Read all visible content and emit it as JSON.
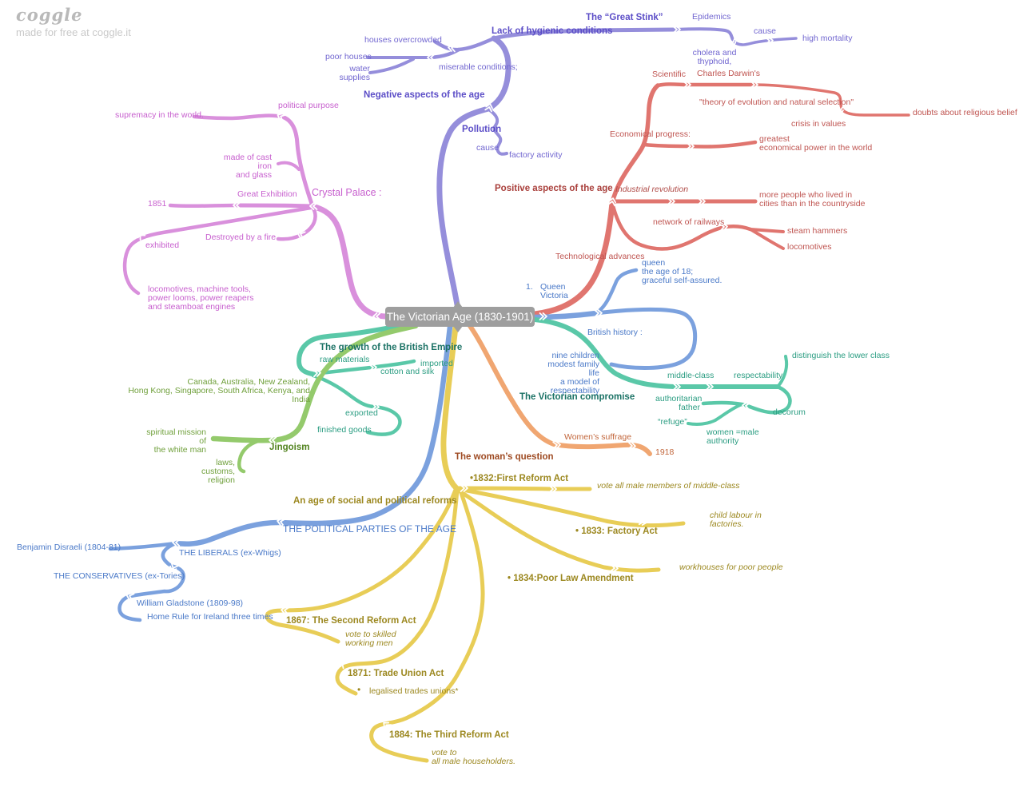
{
  "brand": {
    "logo": "coggle",
    "tagline": "made for free at coggle.it"
  },
  "root": {
    "title": "The Victorian Age (1830-1901)"
  },
  "colors": {
    "node_bg": "#9e9e9e",
    "node_text": "#ffffff",
    "purple": "#958edb",
    "magenta": "#d990dc",
    "red": "#e0756f",
    "blue": "#7ba1de",
    "teal": "#5ac8a8",
    "green": "#94ca6c",
    "orange": "#f0a671",
    "yellow": "#e8cd57",
    "brand_gray": "#b9b9b9"
  },
  "branches": [
    {
      "name": "negative-aspects-of-the-age",
      "color": "#958edb",
      "labels": [
        "Lack of hygienic conditions",
        "The “Great Stink”",
        "Epidemics",
        "cause",
        "high mortality",
        "cholera and\nthyphoid,",
        "houses overcrowded",
        "poor houses",
        "water\nsupplies",
        "miserable conditions;",
        "Negative aspects of the age",
        "Pollution",
        "cause",
        "factory activity"
      ]
    },
    {
      "name": "crystal-palace",
      "color": "#d990dc",
      "labels": [
        "Crystal Palace :",
        "political purpose",
        "supremacy in the world.",
        "made of cast iron\nand glass",
        "Great Exhibition",
        "1851",
        "Destroyed by a fire",
        "exhibited",
        "locomotives, machine tools,\npower looms, power reapers\nand steamboat engines"
      ]
    },
    {
      "name": "positive-aspects-of-the-age",
      "color": "#e0756f",
      "labels": [
        "Positive aspects of the age",
        "Industrial revolution",
        "more people who lived in\ncities than in the countryside",
        "network of railways",
        "steam hammers",
        "locomotives",
        "Technological advances",
        "Economical progress:",
        "greatest\neconomical power in the world",
        "Scientific",
        "Charles Darwin's",
        "\"theory of evolution and natural selection\"",
        "crisis in values",
        "doubts about religious belief"
      ]
    },
    {
      "name": "queen-victoria",
      "color": "#7ba1de",
      "labels": [
        "1.",
        "Queen\nVictoria",
        "queen\nthe age of 18;\ngraceful self-assured.",
        "British history :",
        "nine children\nmodest family life\na model of\nrespectability"
      ]
    },
    {
      "name": "victorian-compromise",
      "color": "#5ac8a8",
      "labels": [
        "The Victorian compromise",
        "middle-class",
        "respectability",
        "distinguish the lower class",
        "authoritarian\nfather",
        "decorum",
        "“refuge”",
        "women =male\nauthority"
      ]
    },
    {
      "name": "british-empire",
      "color": "#5ac8a8",
      "labels": [
        "The growth of the British Empire",
        "raw materials",
        "imported",
        "cotton and silk",
        "exported",
        "finished goods"
      ]
    },
    {
      "name": "jingoism",
      "color": "#94ca6c",
      "labels": [
        "Jingoism",
        "spiritual mission of\nthe white man",
        "laws, customs,\nreligion",
        "Canada, Australia, New Zealand,\nHong Kong, Singapore, South Africa, Kenya, and India"
      ]
    },
    {
      "name": "womans-question",
      "color": "#f0a671",
      "labels": [
        "The woman’s question",
        "Women’s suffrage",
        "1918"
      ]
    },
    {
      "name": "social-political-reforms",
      "color": "#e8cd57",
      "labels": [
        "An age of social and political reforms",
        "•1832:First Reform Act",
        "vote all male members of middle-class",
        "• 1833: Factory Act",
        "child labour in\nfactories.",
        "• 1834:Poor Law Amendment",
        "workhouses for poor people",
        "1867: The Second Reform Act",
        "vote to skilled\nworking men",
        "1871: Trade Union Act",
        "•",
        "legalised trades unions*",
        "1884: The Third Reform Act",
        "vote to\nall male householders."
      ]
    },
    {
      "name": "political-parties",
      "color": "#7ba1de",
      "labels": [
        "THE POLITICAL PARTIES OF THE AGE",
        "THE LIBERALS (ex-Whigs)",
        "Benjamin Disraeli (1804-81)",
        "THE CONSERVATIVES (ex-Tories)",
        "William Gladstone (1809-98)",
        "Home Rule for Ireland three times"
      ]
    }
  ]
}
